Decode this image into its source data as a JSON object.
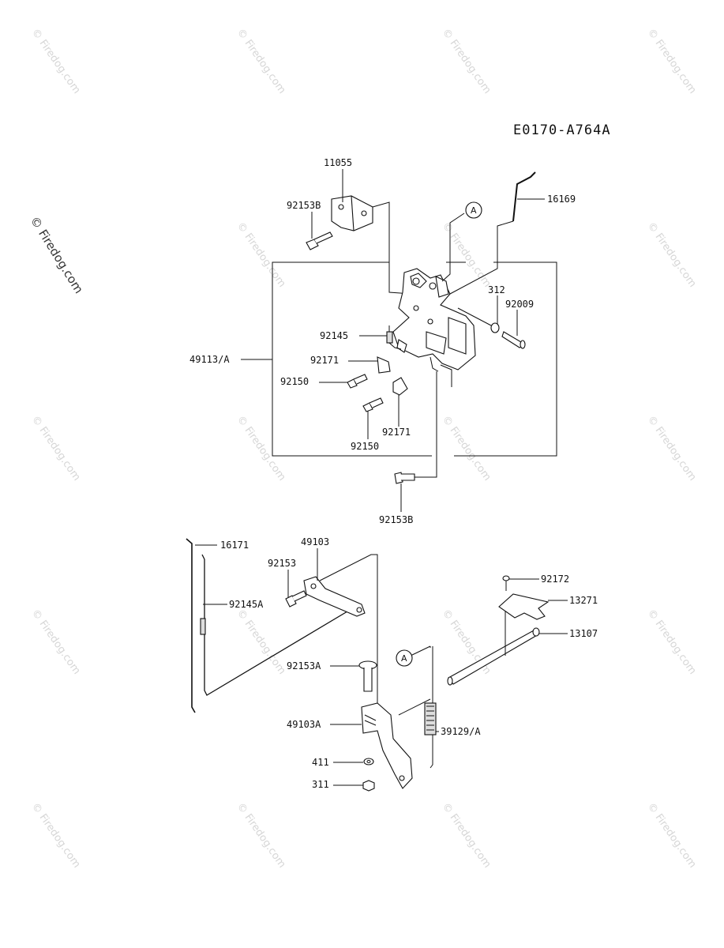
{
  "diagram_code": "E0170-A764A",
  "watermark": "© Firedog.com",
  "side_watermark": "© Firedog.com",
  "callout_ref": "A",
  "labels": {
    "p11055": "11055",
    "p92153B_top": "92153B",
    "p16169": "16169",
    "p312": "312",
    "p92009": "92009",
    "p92145": "92145",
    "p49113A": "49113/A",
    "p92171_a": "92171",
    "p92150_a": "92150",
    "p92171_b": "92171",
    "p92150_b": "92150",
    "p92153B_bottom": "92153B",
    "p16171": "16171",
    "p49103": "49103",
    "p92153": "92153",
    "p92145A": "92145A",
    "p92172": "92172",
    "p13271": "13271",
    "p13107": "13107",
    "p92153A": "92153A",
    "p49103A": "49103A",
    "p39129A": "39129/A",
    "p411": "411",
    "p311": "311"
  }
}
